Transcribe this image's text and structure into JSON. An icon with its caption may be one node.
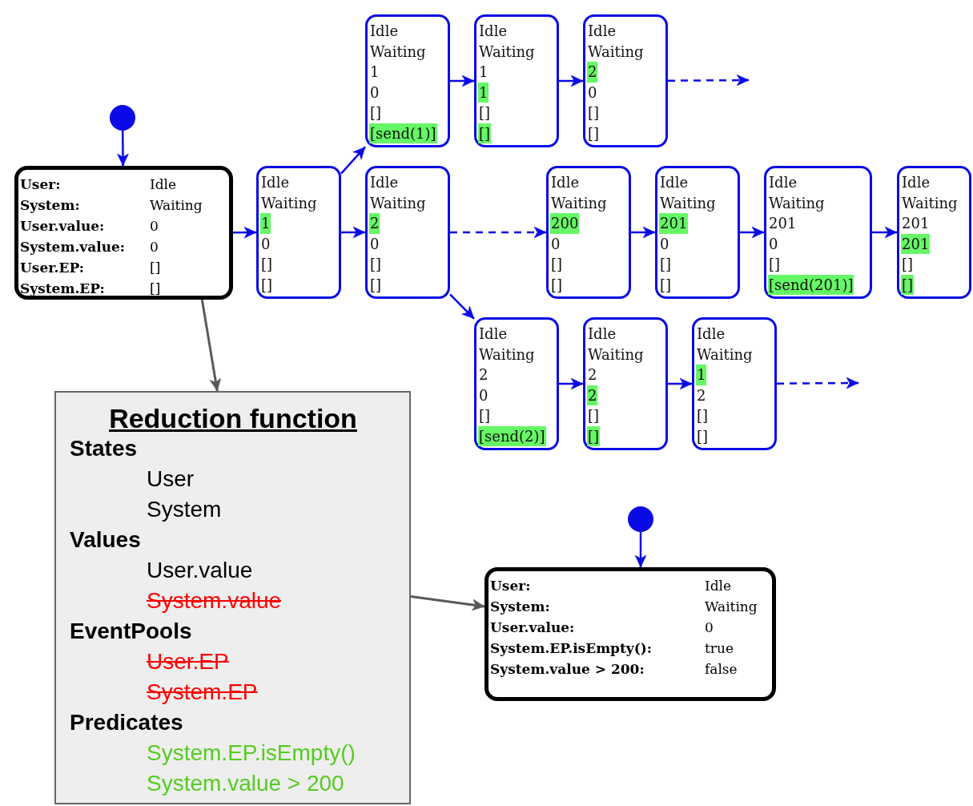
{
  "diagram": {
    "nodes": [
      {
        "text": [],
        "shape": "circle"
      },
      {
        "text": [
          "User:",
          "Idle",
          "System:",
          "Waiting",
          "User.value:",
          "0",
          "System.value:",
          "0",
          "User.EP:",
          "[]",
          "System.EP:",
          "[]"
        ]
      },
      {
        "text": [
          "Idle",
          "Waiting",
          "1",
          "0",
          "[]",
          "[]"
        ]
      },
      {
        "text": [
          "Idle",
          "Waiting",
          "2",
          "0",
          "[]",
          "[]"
        ]
      },
      {
        "text": [
          "Idle",
          "Waiting",
          "1",
          "0",
          "[]",
          "[send(1)]"
        ]
      },
      {
        "text": [
          "Idle",
          "Waiting",
          "1",
          "1",
          "[]",
          "[]"
        ]
      },
      {
        "text": [
          "Idle",
          "Waiting",
          "2",
          "0",
          "[]",
          "[]"
        ]
      },
      {
        "text": [
          "Idle",
          "Waiting",
          "200",
          "0",
          "[]",
          "[]"
        ]
      },
      {
        "text": [
          "Idle",
          "Waiting",
          "201",
          "0",
          "[]",
          "[]"
        ]
      },
      {
        "text": [
          "Idle",
          "Waiting",
          "201",
          "0",
          "[]",
          "[send(201)]"
        ]
      },
      {
        "text": [
          "Idle",
          "Waiting",
          "201",
          "201",
          "[]",
          "[]"
        ]
      },
      {
        "text": [
          "Idle",
          "Waiting",
          "2",
          "0",
          "[]",
          "[send(2)]"
        ]
      },
      {
        "text": [
          "Idle",
          "Waiting",
          "2",
          "2",
          "[]",
          "[]"
        ]
      },
      {
        "text": [
          "Idle",
          "Waiting",
          "1",
          "2",
          "[]",
          "[]"
        ]
      },
      {
        "text": [
          "Reduction function",
          "States",
          "User",
          "System",
          "Values",
          "User.value",
          "System.value",
          "EventPools",
          "User.EP",
          "System.EP",
          "Predicates",
          "System.EP.isEmpty()",
          "System.value > 200"
        ]
      },
      {
        "text": [],
        "shape": "circle"
      },
      {
        "text": [
          "User:",
          "Idle",
          "System:",
          "Waiting",
          "User.value:",
          "0",
          "System.EP.isEmpty():",
          "true",
          "System.value > 200:",
          "false"
        ]
      }
    ],
    "edges": [
      {
        "from": 0,
        "to": 1,
        "arrow": "to"
      },
      {
        "from": 1,
        "to": 2,
        "arrow": "to"
      },
      {
        "from": 2,
        "to": 4,
        "arrow": "to"
      },
      {
        "from": 2,
        "to": 3,
        "arrow": "to"
      },
      {
        "from": 4,
        "to": 5,
        "arrow": "to"
      },
      {
        "from": 5,
        "to": 6,
        "arrow": "to"
      },
      {
        "from": 6,
        "to": null,
        "arrow": "to",
        "style": "dashed"
      },
      {
        "from": 3,
        "to": 7,
        "arrow": "to",
        "style": "dashed"
      },
      {
        "from": 7,
        "to": 8,
        "arrow": "to"
      },
      {
        "from": 8,
        "to": 9,
        "arrow": "to"
      },
      {
        "from": 9,
        "to": 10,
        "arrow": "to"
      },
      {
        "from": 3,
        "to": 11,
        "arrow": "to"
      },
      {
        "from": 11,
        "to": 12,
        "arrow": "to"
      },
      {
        "from": 12,
        "to": 13,
        "arrow": "to"
      },
      {
        "from": 13,
        "to": null,
        "arrow": "to",
        "style": "dashed"
      },
      {
        "from": 1,
        "to": 14,
        "arrow": "to",
        "color": "#595959"
      },
      {
        "from": 14,
        "to": 16,
        "arrow": "to",
        "color": "#595959"
      },
      {
        "from": 15,
        "to": 16,
        "arrow": "to"
      }
    ]
  }
}
